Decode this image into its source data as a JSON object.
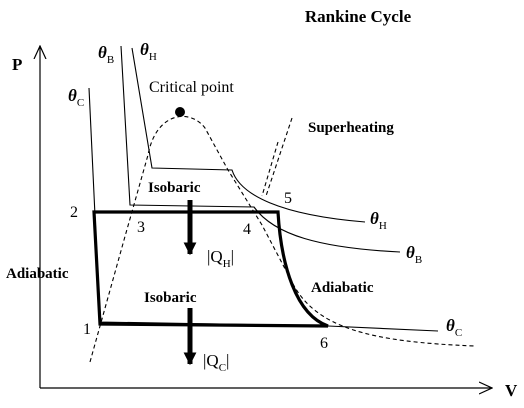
{
  "title": "Rankine Cycle",
  "axes": {
    "y": "P",
    "x": "V"
  },
  "labels": {
    "critical_point": "Critical point",
    "superheating": "Superheating",
    "isobaric_top": "Isobaric",
    "isobaric_bottom": "Isobaric",
    "adiabatic_left": "Adiabatic",
    "adiabatic_right": "Adiabatic",
    "q_h": "Q",
    "q_h_sub": "H",
    "q_c": "Q",
    "q_c_sub": "C"
  },
  "theta": {
    "symbol": "θ",
    "b": "B",
    "h": "H",
    "c": "C"
  },
  "points": [
    "1",
    "2",
    "3",
    "4",
    "5",
    "6"
  ]
}
